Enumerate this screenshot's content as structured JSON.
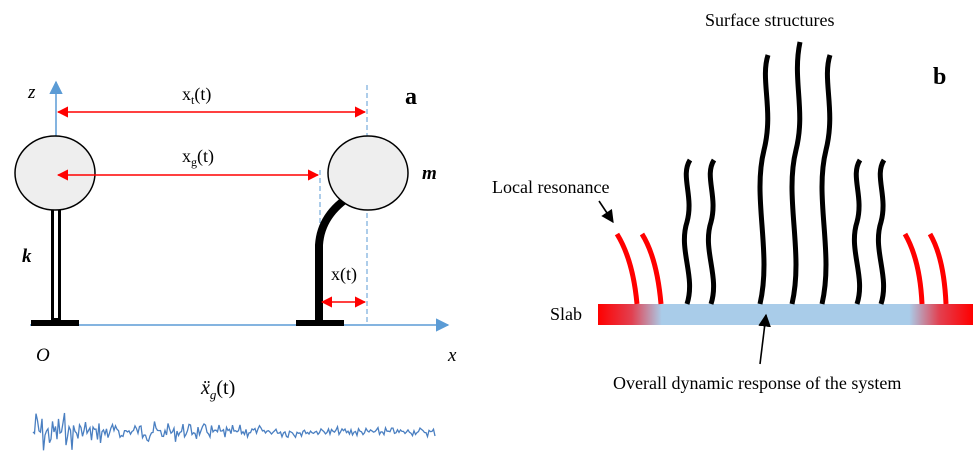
{
  "panel_a": {
    "panel_label": "a",
    "z_axis": "z",
    "x_axis": "x",
    "origin": "O",
    "stiffness": "k",
    "mass": "m",
    "xt_base": "x",
    "xt_sub": "t",
    "xt_arg": "(t)",
    "xg_base": "x",
    "xg_sub": "g",
    "xg_arg": "(t)",
    "x_rel": "x(t)",
    "accel_base": "ẍ",
    "accel_sub": "g",
    "accel_arg": "(t)"
  },
  "panel_b": {
    "panel_label": "b",
    "title": "Surface structures",
    "local_label": "Local  resonance",
    "slab_label": "Slab",
    "caption": "Overall dynamic response of the system"
  },
  "colors": {
    "axis": "#5b9bd5",
    "arrow": "#ff0000",
    "mass_fill": "#eeeeee",
    "resonator": "#ff0000",
    "structure": "#000000",
    "slab_center": "#a9cce9",
    "slab_edge": "#ff0000",
    "signal": "#4a7fc1"
  }
}
